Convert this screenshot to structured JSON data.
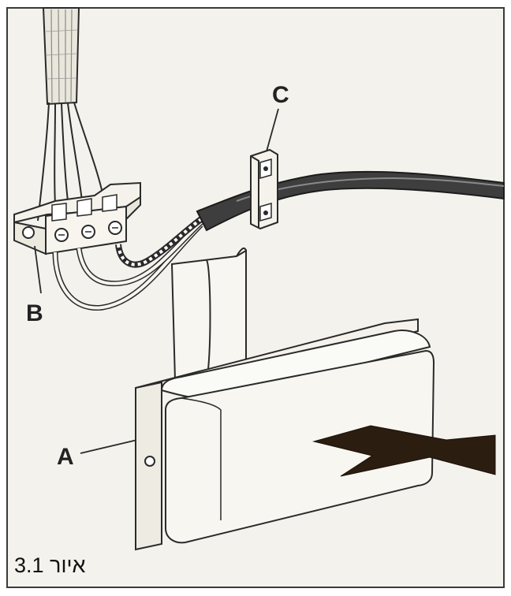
{
  "labels": {
    "a": "A",
    "b": "B",
    "c": "C"
  },
  "caption": "איור 3.1",
  "colors": {
    "background": "#f3f2ed",
    "line": "#2a2a2a",
    "cable": "#3e3e3e",
    "arrow": "#2b1d10"
  }
}
